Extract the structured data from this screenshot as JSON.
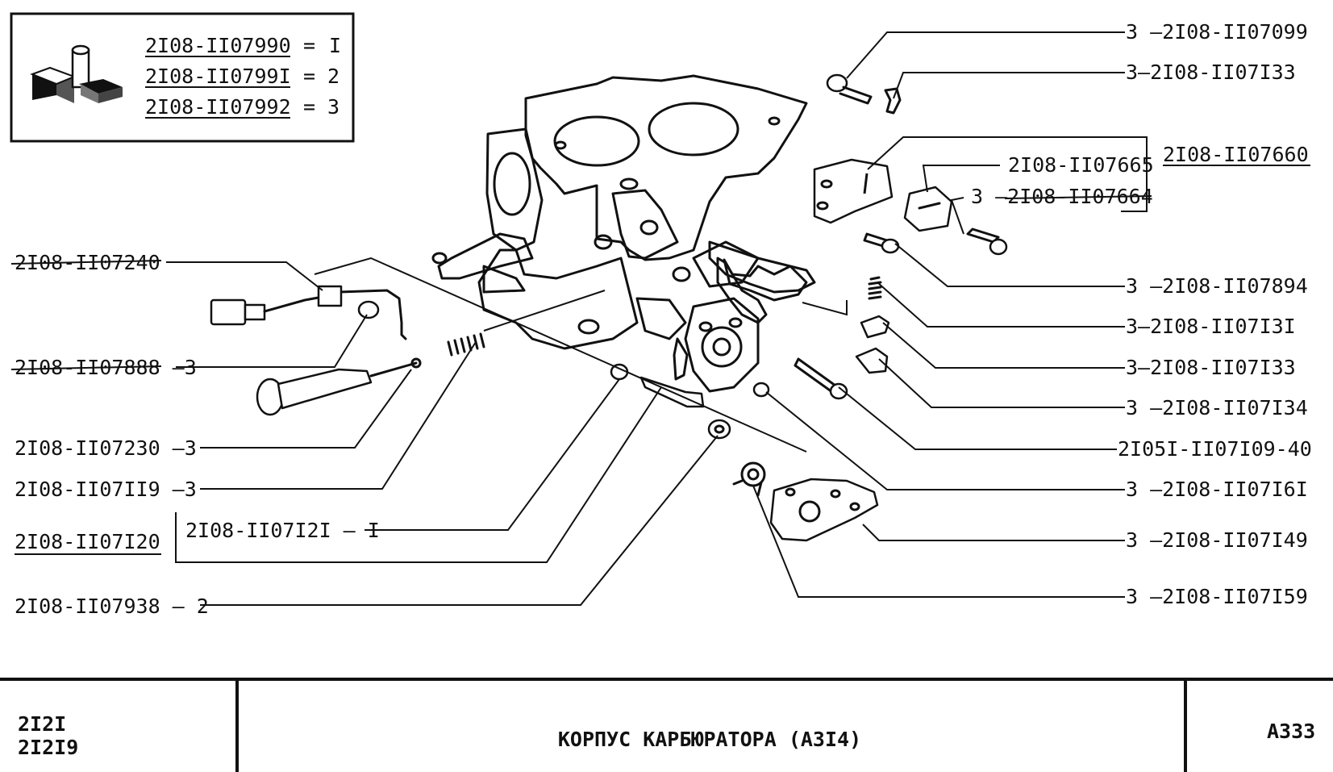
{
  "legend": {
    "rows": [
      {
        "code": "2I08-II07990",
        "eq": "=",
        "num": "I"
      },
      {
        "code": "2I08-II0799I",
        "eq": "=",
        "num": "2"
      },
      {
        "code": "2I08-II07992",
        "eq": "=",
        "num": "3"
      }
    ]
  },
  "callouts": {
    "c1": "3 —2I08-II07099",
    "c2": "3—2I08-II07I33",
    "c3": "2I08-II07660",
    "c4": "2I08-II07665",
    "c5": "3 —2I08-II07664",
    "c6": "3 —2I08-II07894",
    "c7": "3—2I08-II07I3I",
    "c8": "3—2I08-II07I33",
    "c9": "3 —2I08-II07I34",
    "c10": "2I05I-II07I09-40",
    "c11": "3 —2I08-II07I6I",
    "c12": "3 —2I08-II07I49",
    "c13": "3 —2I08-II07I59",
    "l1": "2I08-II07240",
    "l2": "2I08-II07888 —3",
    "l3": "2I08-II07230 —3",
    "l4": "2I08-II07II9 —3",
    "l5": "2I08-II07I20",
    "l6": "2I08-II07I2I — I",
    "l7": "2I08-II07938 — 2"
  },
  "footer": {
    "models_line1": "2I2I",
    "models_line2": "2I2I9",
    "title": "КОРПУС КАРБЮРАТОРА (А3I4)",
    "page": "А333"
  }
}
